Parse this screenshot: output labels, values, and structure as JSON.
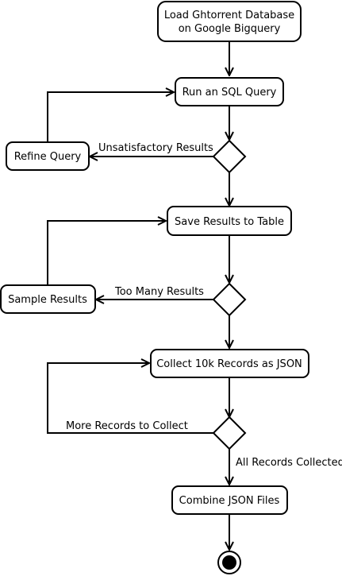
{
  "nodes": {
    "load": [
      "Load Ghtorrent Database",
      "on Google Bigquery"
    ],
    "query": "Run an SQL Query",
    "refine": "Refine Query",
    "save": "Save Results to Table",
    "sample": "Sample Results",
    "collect": "Collect 10k Records as JSON",
    "combine": "Combine JSON Files"
  },
  "edges": {
    "unsatisfactory": "Unsatisfactory Results",
    "too_many": "Too Many Results",
    "more_records": "More Records to Collect",
    "all_collected": "All Records Collected"
  },
  "colors": {
    "stroke": "#000000",
    "fill": "#ffffff"
  }
}
